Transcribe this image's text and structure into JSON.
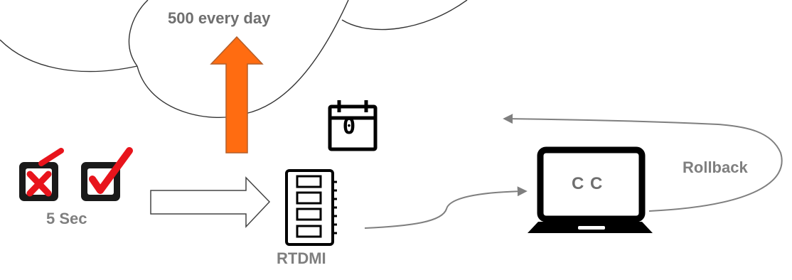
{
  "cloud": {
    "label": "500 every day"
  },
  "checkboxes": {
    "label": "5 Sec",
    "icons": [
      "checkbox-cross-icon",
      "checkbox-check-icon"
    ]
  },
  "calendar": {
    "number": "0",
    "icon": "calendar-icon"
  },
  "memory": {
    "label": "RTDMI",
    "icon": "memory-module-icon"
  },
  "laptop": {
    "screen_text": "C C",
    "icon": "laptop-icon"
  },
  "rollback": {
    "label": "Rollback"
  },
  "colors": {
    "upload_arrow": "#ff6c11",
    "upload_arrow_border": "#b45e2a",
    "checkbox_mark": "#e8141c",
    "line_gray": "#7f7f7f",
    "text_gray": "#7f7f7f"
  }
}
